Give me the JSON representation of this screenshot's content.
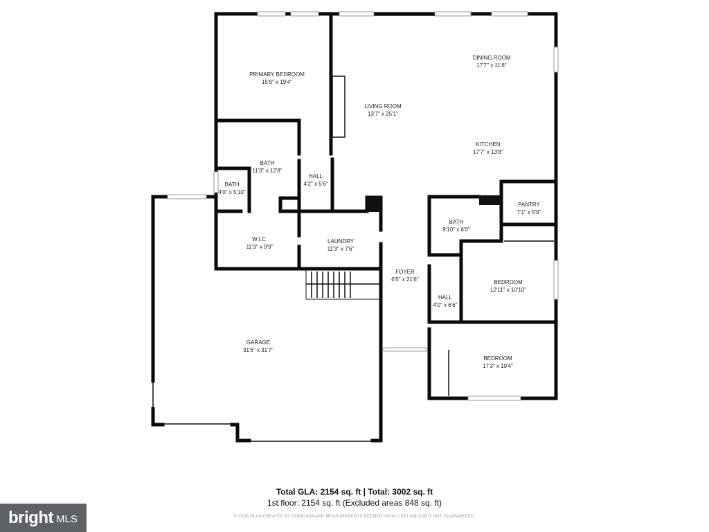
{
  "rooms": [
    {
      "id": "primary-bedroom",
      "name": "PRIMARY BEDROOM",
      "size": "15'9\" x 19'4\""
    },
    {
      "id": "living-room",
      "name": "LIVING ROOM",
      "size": "13'7\" x 25'1\""
    },
    {
      "id": "dining-room",
      "name": "DINING ROOM",
      "size": "17'7\" x 11'6\""
    },
    {
      "id": "kitchen",
      "name": "KITCHEN",
      "size": "17'7\" x 13'8\""
    },
    {
      "id": "bath-primary",
      "name": "BATH",
      "size": "11'3\" x 12'8\""
    },
    {
      "id": "bath-small",
      "name": "BATH",
      "size": "4'0\" x 5'10\""
    },
    {
      "id": "hall-1",
      "name": "HALL",
      "size": "4'2\" x 5'6\""
    },
    {
      "id": "wic",
      "name": "W.I.C.",
      "size": "11'3\" x 9'9\""
    },
    {
      "id": "laundry",
      "name": "LAUNDRY",
      "size": "11'3\" x 7'6\""
    },
    {
      "id": "pantry",
      "name": "PANTRY",
      "size": "7'1\" x 5'9\""
    },
    {
      "id": "bath-hall",
      "name": "BATH",
      "size": "9'10\" x 6'0\""
    },
    {
      "id": "foyer",
      "name": "FOYER",
      "size": "6'5\" x 21'6\""
    },
    {
      "id": "bedroom-2",
      "name": "BEDROOM",
      "size": "12'11\" x 10'10\""
    },
    {
      "id": "hall-2",
      "name": "HALL",
      "size": "4'0\" x 6'6\""
    },
    {
      "id": "bedroom-3",
      "name": "BEDROOM",
      "size": "17'3\" x 10'4\""
    },
    {
      "id": "garage",
      "name": "GARAGE",
      "size": "31'6\" x 31'7\""
    }
  ],
  "footer": {
    "gla": "Total GLA: 2154 sq. ft | Total: 3002 sq. ft",
    "floor": "1st floor: 2154 sq. ft (Excluded areas 848 sq. ft)",
    "disclaimer": "FLOOR PLAN CREATED BY CUBICASA APP. MEASUREMENTS DEEMED HIGHLY RELIABLE BUT NOT GUARANTEED."
  },
  "logo": {
    "brand": "bright",
    "suffix": "MLS"
  }
}
